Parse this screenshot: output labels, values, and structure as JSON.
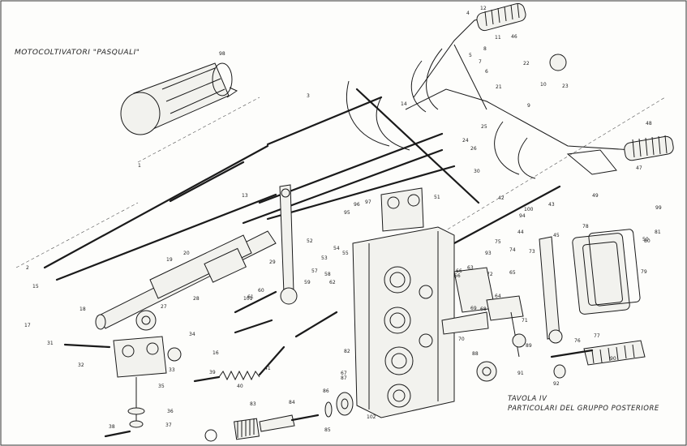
{
  "header": {
    "brand": "MOTOCOLTIVATORI \"PASQUALI\""
  },
  "caption": {
    "plate": "TAVOLA IV",
    "title": "PARTICOLARI DEL GRUPPO POSTERIORE"
  },
  "callouts": [
    "1",
    "2",
    "3",
    "4",
    "5",
    "6",
    "7",
    "8",
    "9",
    "10",
    "11",
    "12",
    "13",
    "14",
    "15",
    "16",
    "17",
    "18",
    "19",
    "20",
    "21",
    "22",
    "23",
    "24",
    "25",
    "26",
    "27",
    "28",
    "29",
    "30",
    "31",
    "32",
    "33",
    "34",
    "35",
    "36",
    "37",
    "38",
    "39",
    "40",
    "41",
    "42",
    "43",
    "44",
    "45",
    "46",
    "47",
    "48",
    "49",
    "50",
    "51",
    "52",
    "53",
    "54",
    "55",
    "56",
    "57",
    "58",
    "59",
    "60",
    "61",
    "62",
    "63",
    "64",
    "65",
    "66",
    "67",
    "68",
    "69",
    "70",
    "71",
    "72",
    "73",
    "74",
    "75",
    "76",
    "77",
    "78",
    "79",
    "80",
    "81",
    "82",
    "83",
    "84",
    "85",
    "86",
    "87",
    "88",
    "89",
    "90",
    "91",
    "92",
    "93",
    "94",
    "95",
    "96",
    "97",
    "98",
    "99",
    "100",
    "101",
    "102"
  ]
}
